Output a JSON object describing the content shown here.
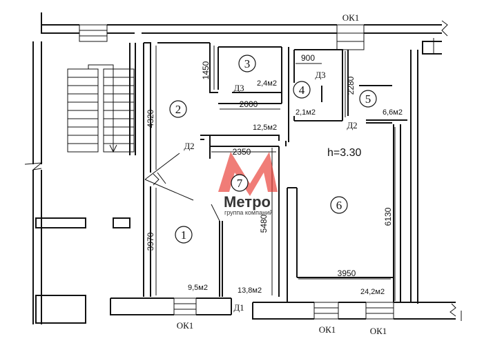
{
  "plan": {
    "ceiling_height": "h=3.30",
    "rooms": [
      {
        "num": "1",
        "area": "9,5м2"
      },
      {
        "num": "2",
        "area": "12,5м2"
      },
      {
        "num": "3",
        "area": "2,4м2"
      },
      {
        "num": "4",
        "area": "2,1м2"
      },
      {
        "num": "5",
        "area": "6,6м2"
      },
      {
        "num": "6",
        "area": "24,2м2"
      },
      {
        "num": "7",
        "area": "13,8м2"
      }
    ],
    "dimensions": [
      "4320",
      "3970",
      "1450",
      "2000",
      "900",
      "2280",
      "2350",
      "5480",
      "6130",
      "3950"
    ],
    "windows": [
      "ОК1",
      "ОК1",
      "ОК1",
      "ОК1"
    ],
    "doors": [
      "Д1",
      "Д2",
      "Д2",
      "Д3",
      "Д3"
    ]
  },
  "watermark": {
    "brand": "Метро",
    "tagline": "группа компаний",
    "color": "#e8332a",
    "text_color": "#4a6fa5"
  }
}
